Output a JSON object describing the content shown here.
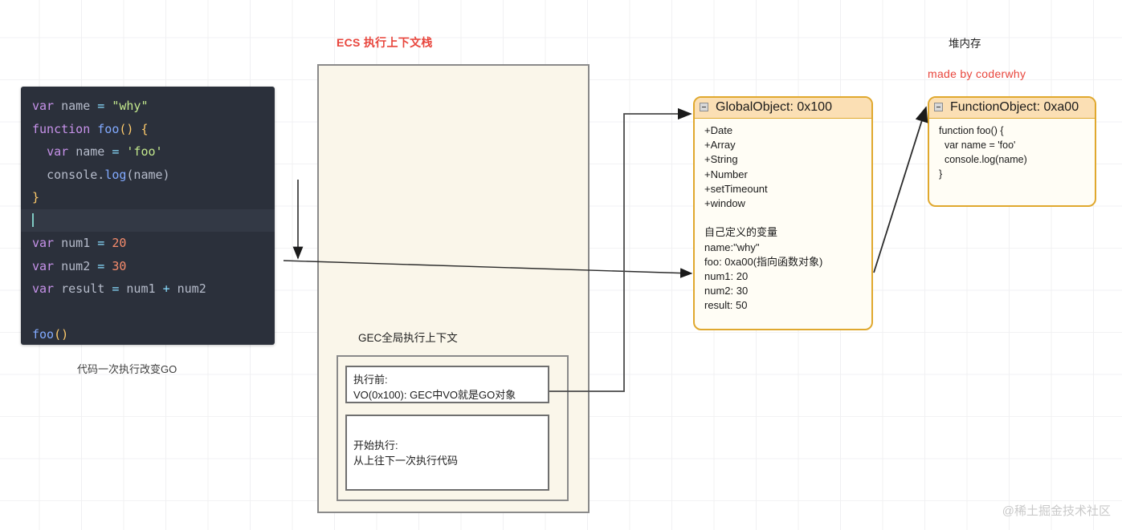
{
  "labels": {
    "ecs_stack_title": "ECS 执行上下文栈",
    "heap_title": "堆内存",
    "made_by": "made by coderwhy",
    "code_caption": "代码一次执行改变GO",
    "gec_label": "GEC全局执行上下文",
    "watermark": "@稀土掘金技术社区"
  },
  "code": {
    "lines": [
      [
        {
          "t": "var ",
          "c": "kw"
        },
        {
          "t": "name ",
          "c": "pl"
        },
        {
          "t": "= ",
          "c": "op"
        },
        {
          "t": "\"why\"",
          "c": "str"
        }
      ],
      [
        {
          "t": "function ",
          "c": "kw"
        },
        {
          "t": "foo",
          "c": "fn"
        },
        {
          "t": "()",
          "c": "br"
        },
        {
          "t": " ",
          "c": "pl"
        },
        {
          "t": "{",
          "c": "br"
        }
      ],
      [
        {
          "t": "  ",
          "c": "pl"
        },
        {
          "t": "var ",
          "c": "kw"
        },
        {
          "t": "name ",
          "c": "pl"
        },
        {
          "t": "= ",
          "c": "op"
        },
        {
          "t": "'foo'",
          "c": "str"
        }
      ],
      [
        {
          "t": "  ",
          "c": "pl"
        },
        {
          "t": "console.",
          "c": "pl"
        },
        {
          "t": "log",
          "c": "fn"
        },
        {
          "t": "(name)",
          "c": "pl"
        }
      ],
      [
        {
          "t": "}",
          "c": "br"
        }
      ],
      [],
      [
        {
          "t": "var ",
          "c": "kw"
        },
        {
          "t": "num1 ",
          "c": "pl"
        },
        {
          "t": "= ",
          "c": "op"
        },
        {
          "t": "20",
          "c": "num"
        }
      ],
      [
        {
          "t": "var ",
          "c": "kw"
        },
        {
          "t": "num2 ",
          "c": "pl"
        },
        {
          "t": "= ",
          "c": "op"
        },
        {
          "t": "30",
          "c": "num"
        }
      ],
      [
        {
          "t": "var ",
          "c": "kw"
        },
        {
          "t": "result ",
          "c": "pl"
        },
        {
          "t": "= ",
          "c": "op"
        },
        {
          "t": "num1 ",
          "c": "pl"
        },
        {
          "t": "+ ",
          "c": "op"
        },
        {
          "t": "num2",
          "c": "pl"
        }
      ],
      [],
      [
        {
          "t": "foo",
          "c": "fn"
        },
        {
          "t": "()",
          "c": "br"
        }
      ]
    ],
    "cursor_line_index": 5
  },
  "ecs": {
    "vo_box_text": "执行前:\nVO(0x100): GEC中VO就是GO对象",
    "exec_box_text": "开始执行:\n从上往下一次执行代码"
  },
  "global_object": {
    "title": "GlobalObject: 0x100",
    "body": "+Date\n+Array\n+String\n+Number\n+setTimeount\n+window\n\n自己定义的变量\nname:\"why\"\nfoo: 0xa00(指向函数对象)\nnum1: 20\nnum2: 30\nresult: 50"
  },
  "function_object": {
    "title": "FunctionObject: 0xa00",
    "body": "function foo() {\n  var name = 'foo'\n  console.log(name)\n}"
  },
  "colors": {
    "accent_red": "#e8453c",
    "card_border_orange": "#e0a82e",
    "card_header_orange": "#fbdfb4",
    "stack_fill": "#faf6ea",
    "code_bg": "#2b303b"
  }
}
